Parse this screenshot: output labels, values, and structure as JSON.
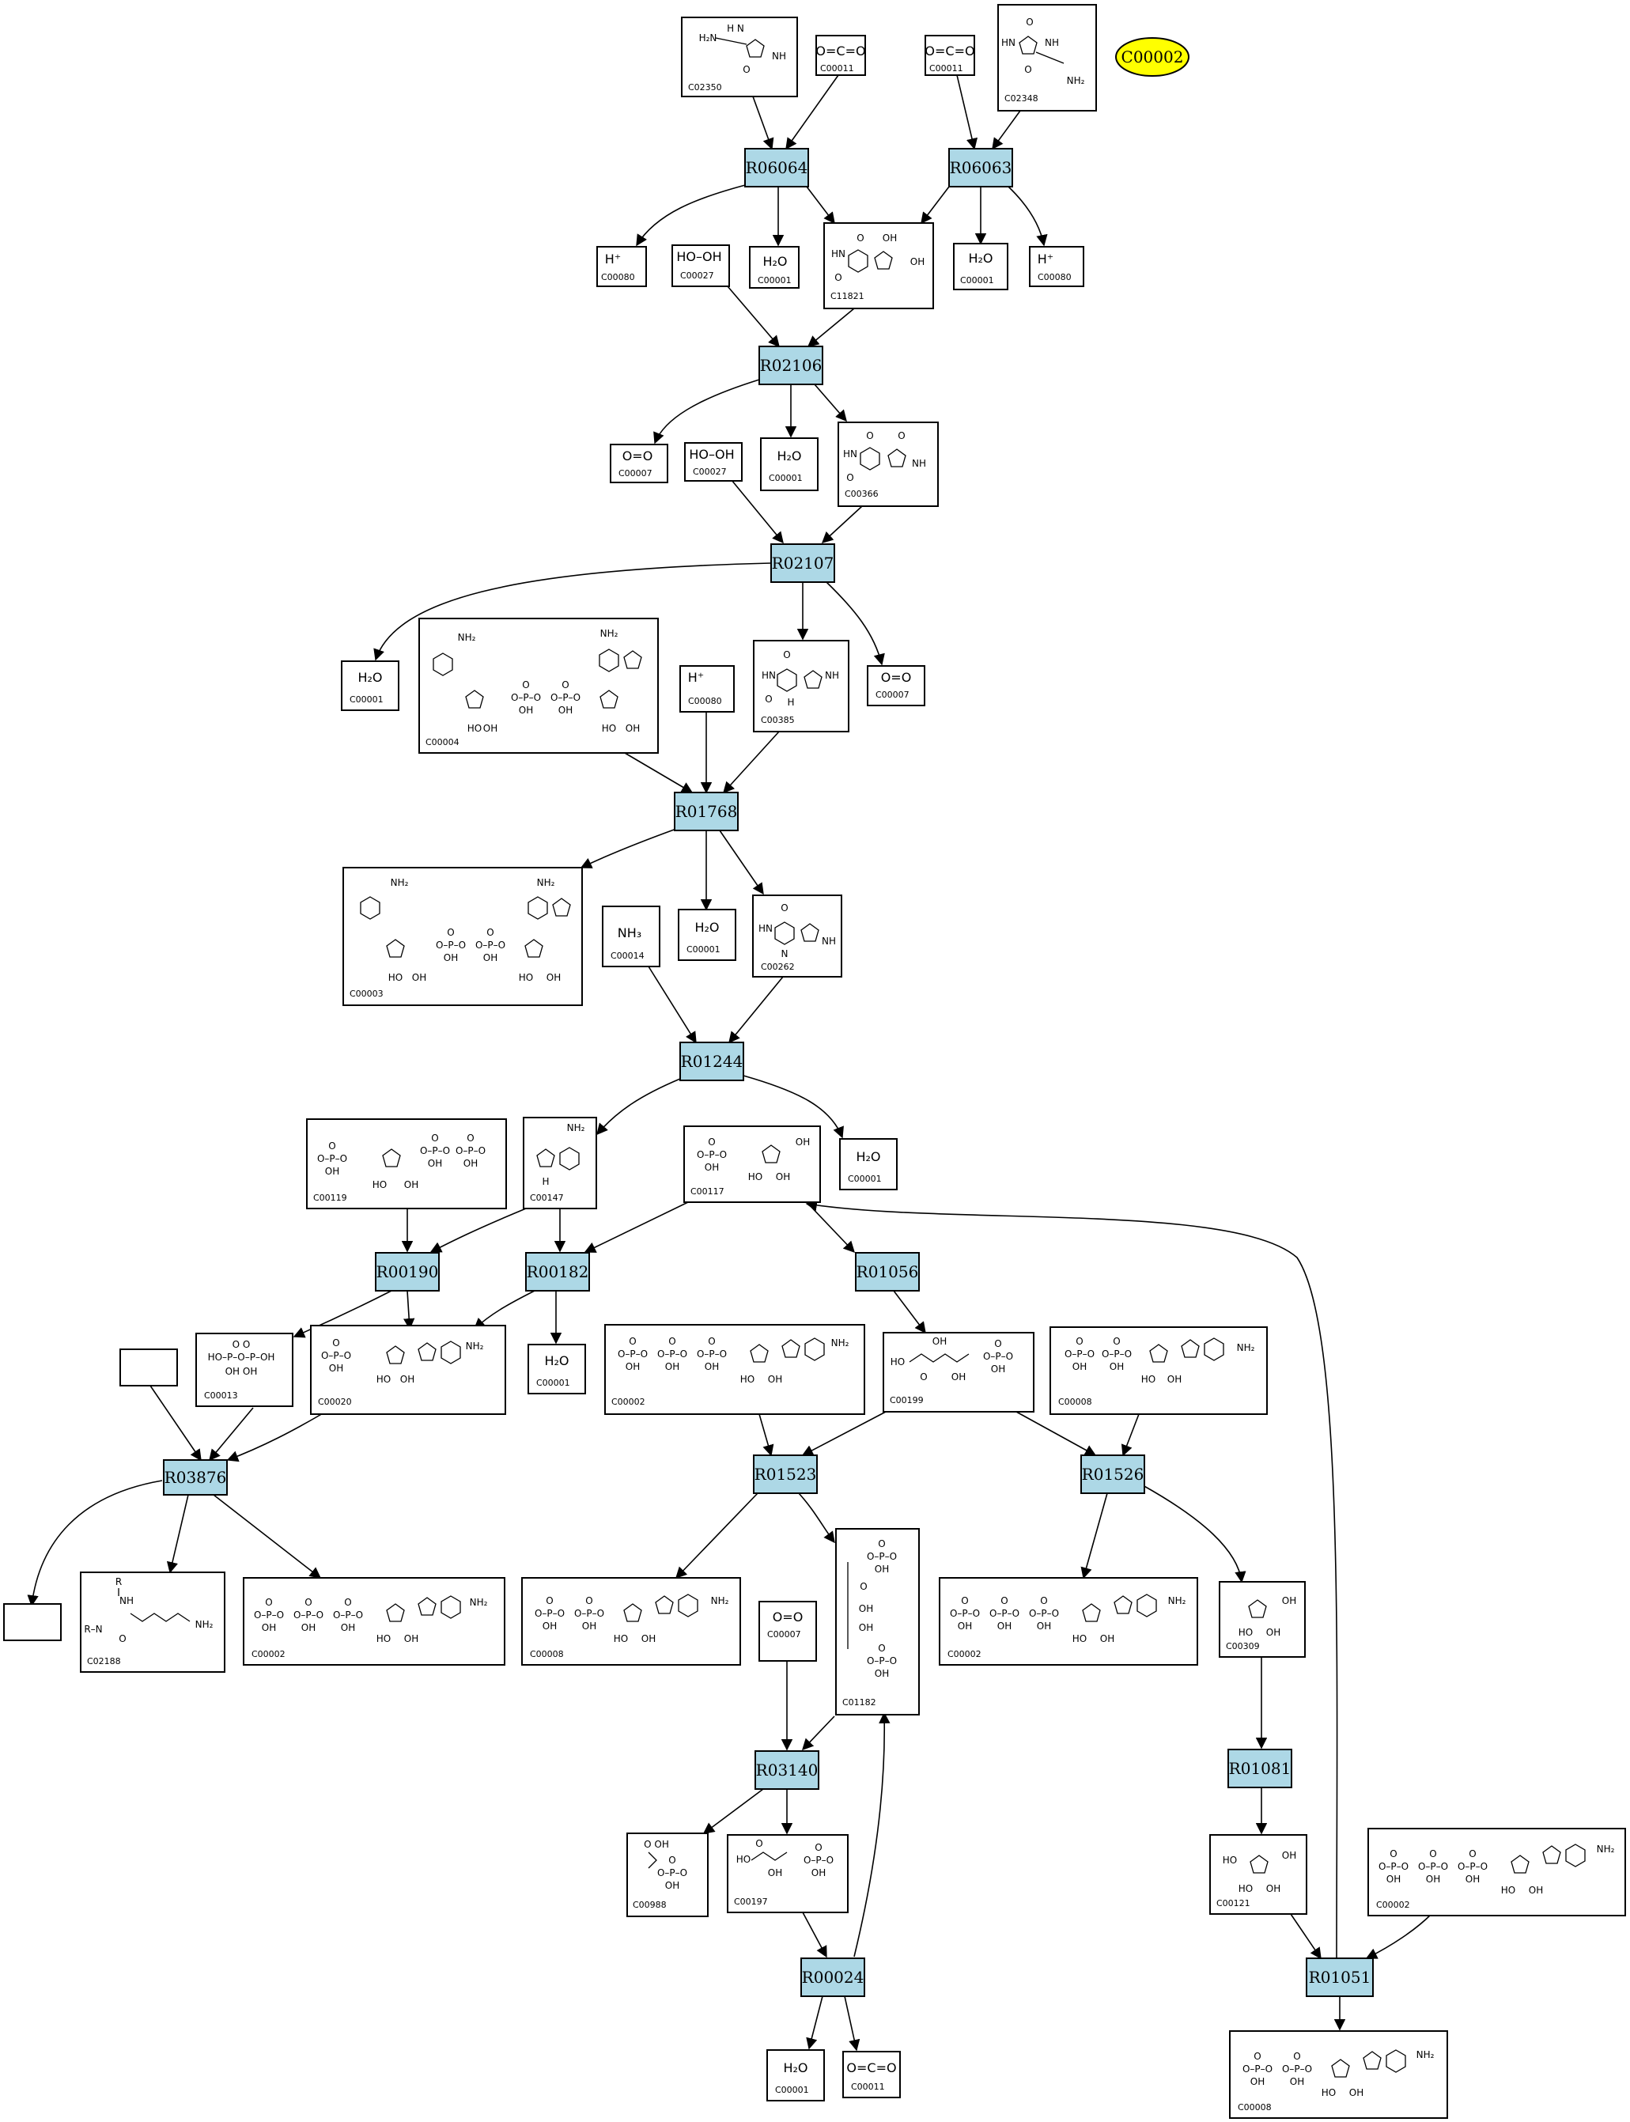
{
  "highlight": {
    "id": "hl-c00002",
    "label": "C00002"
  },
  "reactions": [
    {
      "id": "R06064",
      "label": "R06064"
    },
    {
      "id": "R06063",
      "label": "R06063"
    },
    {
      "id": "R02106",
      "label": "R02106"
    },
    {
      "id": "R02107",
      "label": "R02107"
    },
    {
      "id": "R01768",
      "label": "R01768"
    },
    {
      "id": "R01244",
      "label": "R01244"
    },
    {
      "id": "R00190",
      "label": "R00190"
    },
    {
      "id": "R00182",
      "label": "R00182"
    },
    {
      "id": "R01056",
      "label": "R01056"
    },
    {
      "id": "R03876",
      "label": "R03876"
    },
    {
      "id": "R01523",
      "label": "R01523"
    },
    {
      "id": "R01526",
      "label": "R01526"
    },
    {
      "id": "R03140",
      "label": "R03140"
    },
    {
      "id": "R01081",
      "label": "R01081"
    },
    {
      "id": "R00024",
      "label": "R00024"
    },
    {
      "id": "R01051",
      "label": "R01051"
    }
  ],
  "compounds": [
    {
      "id": "c02350",
      "label": "C02350",
      "structure": "allantoin-a"
    },
    {
      "id": "c00011a",
      "label": "C00011",
      "formula": "O=C=O"
    },
    {
      "id": "c00011b",
      "label": "C00011",
      "formula": "O=C=O"
    },
    {
      "id": "c02348",
      "label": "C02348",
      "structure": "allantoin-b"
    },
    {
      "id": "c00080a",
      "label": "C00080",
      "formula": "H⁺"
    },
    {
      "id": "c00027a",
      "label": "C00027",
      "formula": "HO–OH"
    },
    {
      "id": "c00001a",
      "label": "C00001",
      "formula": "H₂O"
    },
    {
      "id": "c11821",
      "label": "C11821",
      "structure": "hydroxyisourate"
    },
    {
      "id": "c00001b",
      "label": "C00001",
      "formula": "H₂O"
    },
    {
      "id": "c00080b",
      "label": "C00080",
      "formula": "H⁺"
    },
    {
      "id": "c00007a",
      "label": "C00007",
      "formula": "O=O"
    },
    {
      "id": "c00027b",
      "label": "C00027",
      "formula": "HO–OH"
    },
    {
      "id": "c00001c",
      "label": "C00001",
      "formula": "H₂O"
    },
    {
      "id": "c00366",
      "label": "C00366",
      "structure": "urate"
    },
    {
      "id": "c00001d",
      "label": "C00001",
      "formula": "H₂O"
    },
    {
      "id": "c00004",
      "label": "C00004",
      "structure": "NADH"
    },
    {
      "id": "c00080c",
      "label": "C00080",
      "formula": "H⁺"
    },
    {
      "id": "c00385",
      "label": "C00385",
      "structure": "xanthine"
    },
    {
      "id": "c00007b",
      "label": "C00007",
      "formula": "O=O"
    },
    {
      "id": "c00003a",
      "label": "C00003",
      "structure": "NAD+"
    },
    {
      "id": "c00014",
      "label": "C00014",
      "formula": "NH₃"
    },
    {
      "id": "c00001e",
      "label": "C00001",
      "formula": "H₂O"
    },
    {
      "id": "c00262",
      "label": "C00262",
      "structure": "hypoxanthine"
    },
    {
      "id": "c00119",
      "label": "C00119",
      "structure": "PRPP"
    },
    {
      "id": "c00147",
      "label": "C00147",
      "structure": "adenine"
    },
    {
      "id": "c00117",
      "label": "C00117",
      "structure": "ribose-5P"
    },
    {
      "id": "c00001f",
      "label": "C00001",
      "formula": "H₂O"
    },
    {
      "id": "cblank1",
      "label": "",
      "structure": "empty"
    },
    {
      "id": "c00013",
      "label": "C00013",
      "structure": "diphosphate"
    },
    {
      "id": "c00020",
      "label": "C00020",
      "structure": "AMP"
    },
    {
      "id": "c00001g",
      "label": "C00001",
      "formula": "H₂O"
    },
    {
      "id": "c00002a",
      "label": "C00002",
      "structure": "ATP"
    },
    {
      "id": "c00199",
      "label": "C00199",
      "structure": "ribulose-5P"
    },
    {
      "id": "c00008",
      "label": "C00008",
      "structure": "ADP"
    },
    {
      "id": "cblank2",
      "label": "",
      "structure": "empty"
    },
    {
      "id": "c02188",
      "label": "C02188",
      "structure": "lysine-protein"
    },
    {
      "id": "c00002b",
      "label": "C00002",
      "structure": "ATP"
    },
    {
      "id": "c00008b",
      "label": "C00008",
      "structure": "ADP"
    },
    {
      "id": "c00007c",
      "label": "C00007",
      "formula": "O=O"
    },
    {
      "id": "c01182",
      "label": "C01182",
      "structure": "RuBP"
    },
    {
      "id": "c00002c",
      "label": "C00002",
      "structure": "ATP"
    },
    {
      "id": "c00309",
      "label": "C00309",
      "structure": "ribulose"
    },
    {
      "id": "c00988",
      "label": "C00988",
      "structure": "phosphoglycolate"
    },
    {
      "id": "c00197",
      "label": "C00197",
      "structure": "3PG"
    },
    {
      "id": "c00121",
      "label": "C00121",
      "structure": "ribose"
    },
    {
      "id": "c00002d",
      "label": "C00002",
      "structure": "ATP"
    },
    {
      "id": "c00001h",
      "label": "C00001",
      "formula": "H₂O"
    },
    {
      "id": "c00011c",
      "label": "C00011",
      "formula": "O=C=O"
    },
    {
      "id": "c00008c",
      "label": "C00008",
      "structure": "ADP"
    }
  ]
}
